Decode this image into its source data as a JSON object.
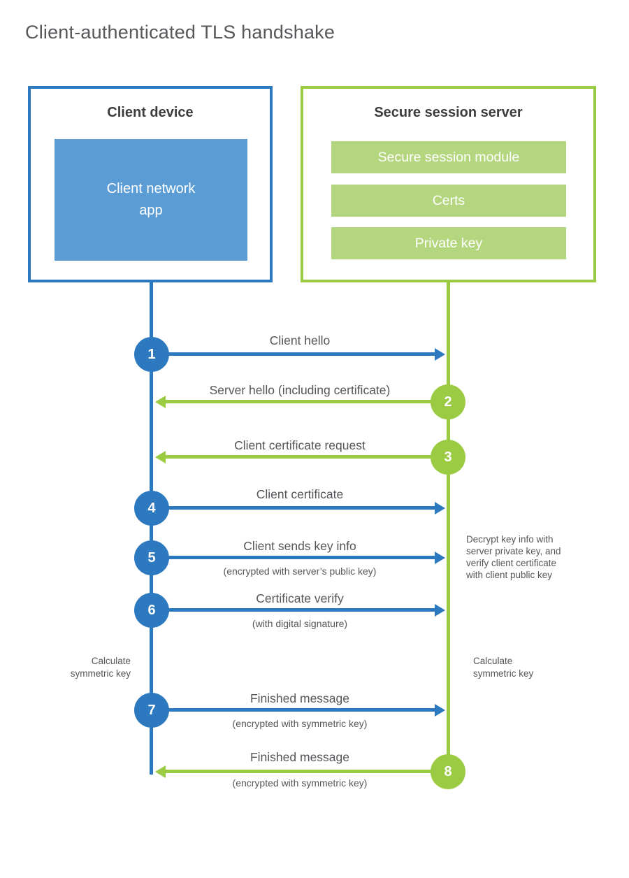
{
  "title": "Client-authenticated TLS handshake",
  "colors": {
    "blue": "#2C79BF",
    "blue_fill": "#5C9CD5",
    "green": "#9BCB43",
    "green_fill": "#B4D67E",
    "text": "#54565A"
  },
  "client": {
    "title": "Client device",
    "app_label": "Client network\napp"
  },
  "server": {
    "title": "Secure session server",
    "modules": [
      "Secure session module",
      "Certs",
      "Private key"
    ]
  },
  "messages": [
    {
      "step": "1",
      "label": "Client hello",
      "sublabel": "",
      "direction": "right"
    },
    {
      "step": "2",
      "label": "Server hello (including certificate)",
      "sublabel": "",
      "direction": "left"
    },
    {
      "step": "3",
      "label": "Client certificate request",
      "sublabel": "",
      "direction": "left"
    },
    {
      "step": "4",
      "label": "Client certificate",
      "sublabel": "",
      "direction": "right"
    },
    {
      "step": "5",
      "label": "Client sends key info",
      "sublabel": "(encrypted with server’s public key)",
      "direction": "right"
    },
    {
      "step": "6",
      "label": "Certificate verify",
      "sublabel": "(with digital signature)",
      "direction": "right"
    },
    {
      "step": "7",
      "label": "Finished message",
      "sublabel": "(encrypted with symmetric key)",
      "direction": "right"
    },
    {
      "step": "8",
      "label": "Finished message",
      "sublabel": "(encrypted with symmetric key)",
      "direction": "left"
    }
  ],
  "annotations": {
    "decrypt_note": "Decrypt key info with\nserver private key, and\nverify client certificate\nwith client public key",
    "calc_left": "Calculate\nsymmetric key",
    "calc_right": "Calculate\nsymmetric key"
  }
}
